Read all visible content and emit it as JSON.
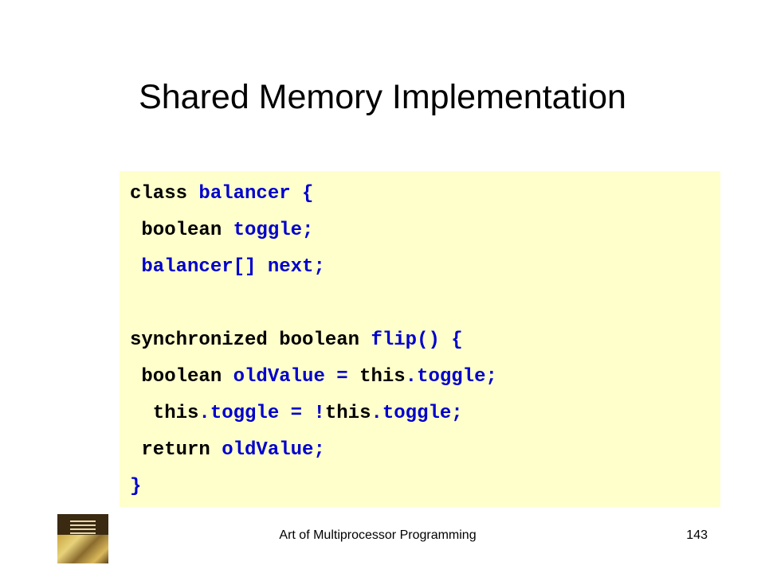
{
  "slide": {
    "title": "Shared Memory Implementation"
  },
  "code": {
    "lines": [
      [
        {
          "t": "class ",
          "c": "kw"
        },
        {
          "t": "balancer {",
          "c": "id"
        }
      ],
      [
        {
          "t": " boolean ",
          "c": "kw"
        },
        {
          "t": "toggle;",
          "c": "id"
        }
      ],
      [
        {
          "t": " balancer[] next;",
          "c": "id"
        }
      ],
      [],
      [
        {
          "t": "synchronized boolean ",
          "c": "kw"
        },
        {
          "t": "flip() {",
          "c": "id"
        }
      ],
      [
        {
          "t": " boolean ",
          "c": "kw"
        },
        {
          "t": "oldValue = ",
          "c": "id"
        },
        {
          "t": "this",
          "c": "kw"
        },
        {
          "t": ".toggle;",
          "c": "id"
        }
      ],
      [
        {
          "t": "  this",
          "c": "kw"
        },
        {
          "t": ".toggle = !",
          "c": "id"
        },
        {
          "t": "this",
          "c": "kw"
        },
        {
          "t": ".toggle;",
          "c": "id"
        }
      ],
      [
        {
          "t": " return ",
          "c": "kw"
        },
        {
          "t": "oldValue;",
          "c": "id"
        }
      ],
      [
        {
          "t": "}",
          "c": "id"
        }
      ]
    ]
  },
  "footer": {
    "text": "Art of Multiprocessor Programming",
    "page_number": "143"
  }
}
